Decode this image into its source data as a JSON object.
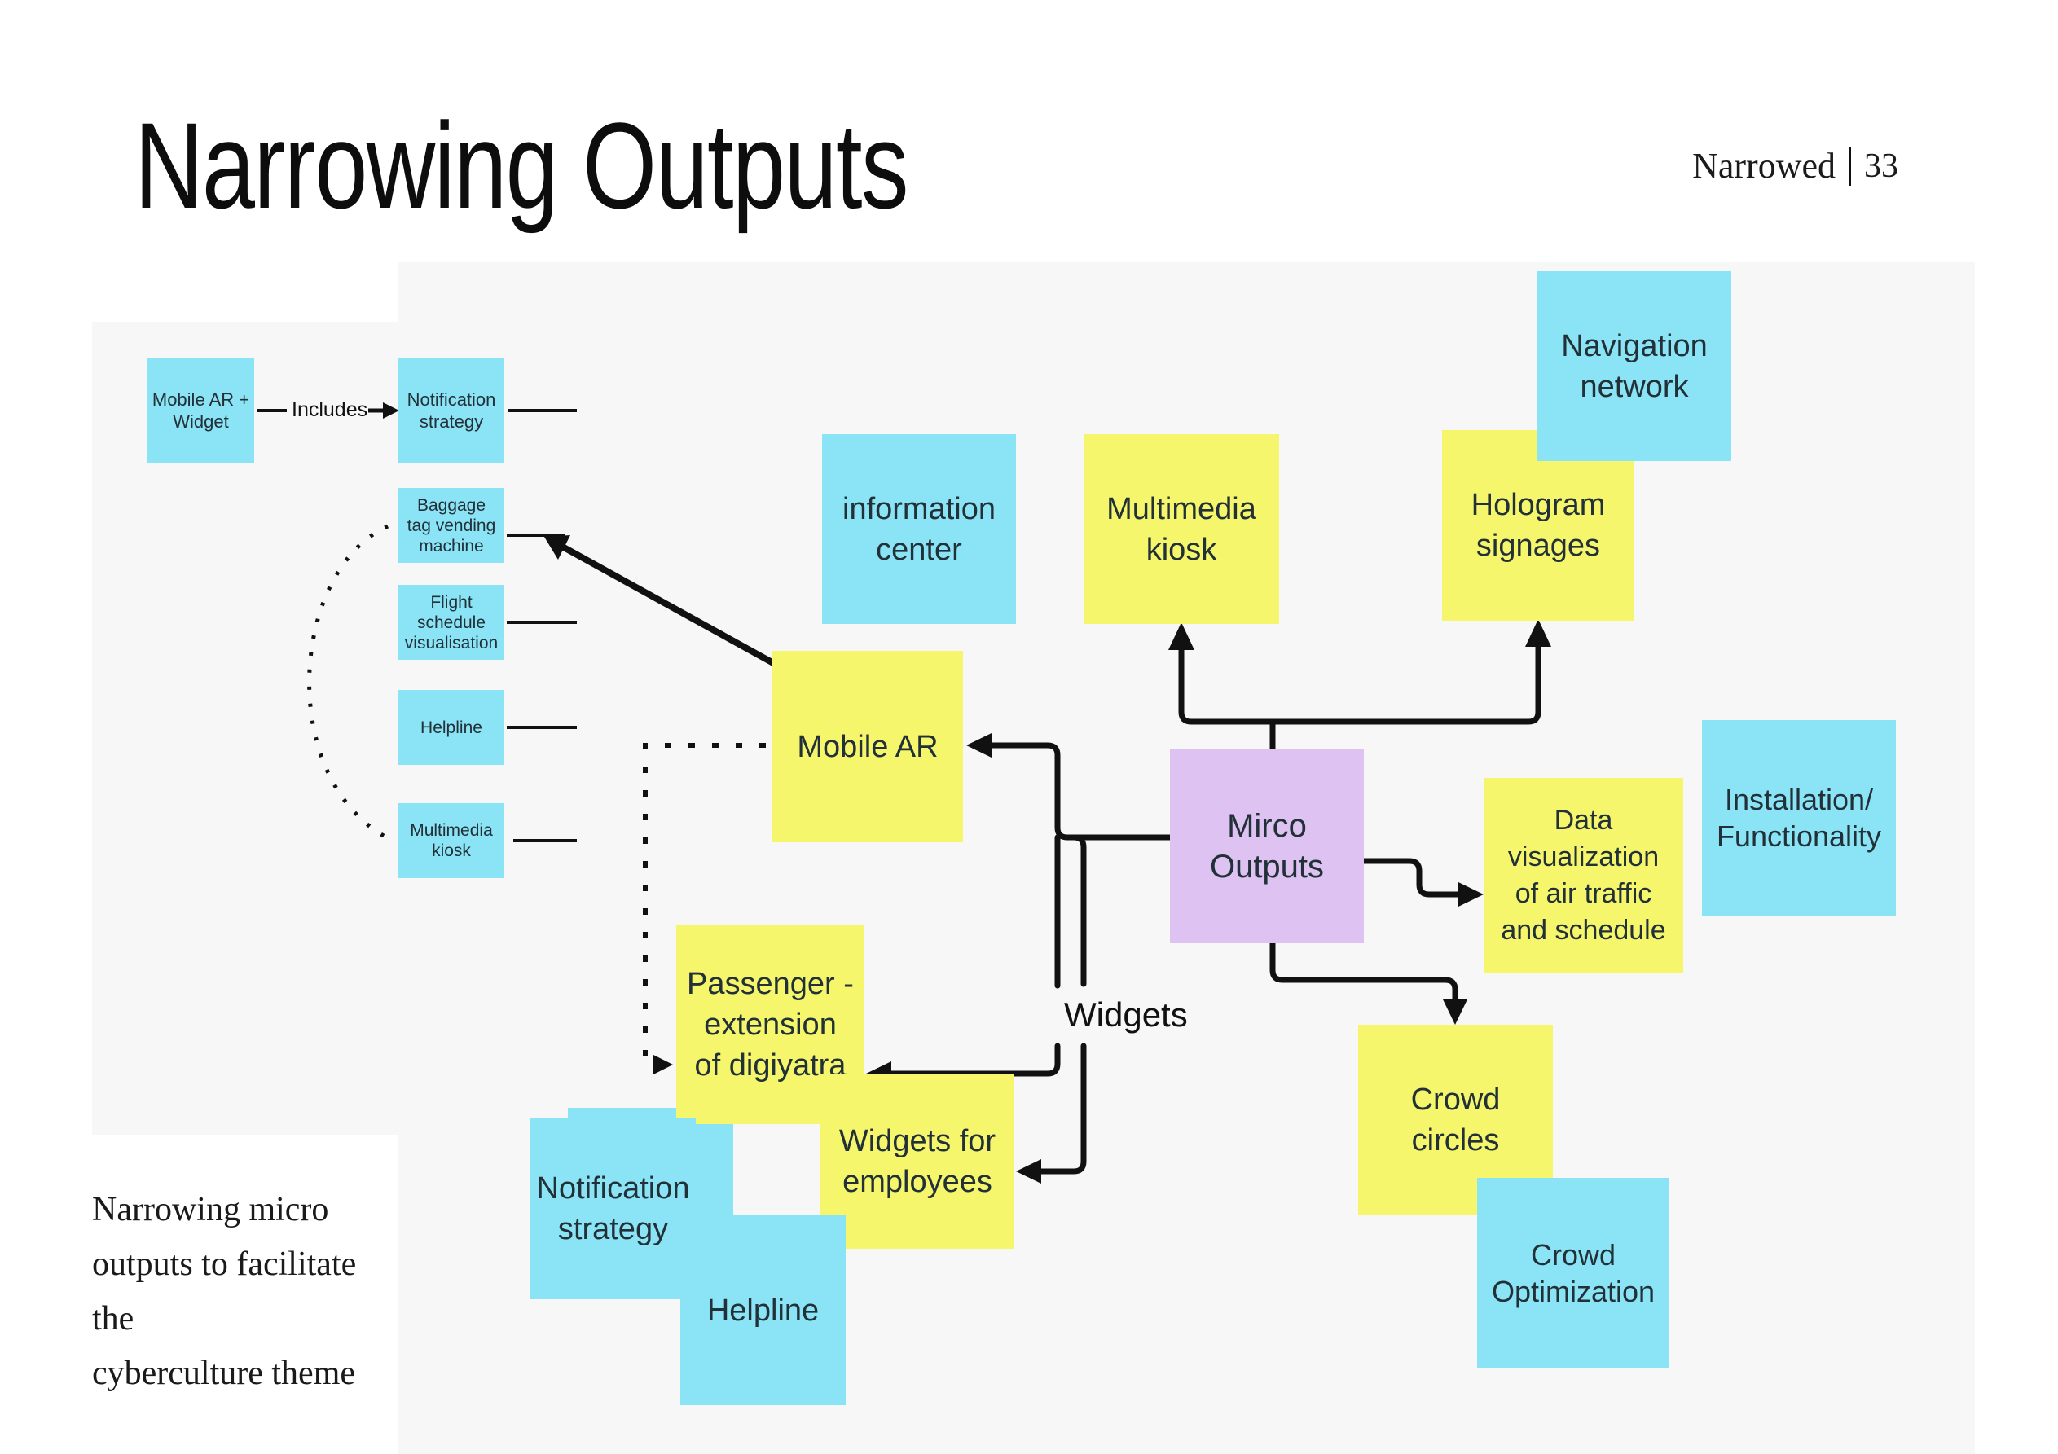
{
  "header": {
    "title": "Narrowing Outputs",
    "page_label": "Narrowed",
    "page_number": "33"
  },
  "colors": {
    "sticky_cyan": "#8be4f5",
    "sticky_yellow": "#f5f66c",
    "sticky_purple": "#dec2f1",
    "panel_gray": "#f7f7f8",
    "connector": "#111111",
    "sticky_text": "#223038"
  },
  "mini_flow": {
    "node_source": "Mobile AR +\nWidget",
    "relation_label": "Includes",
    "node_target": "Notification\nstrategy",
    "children": [
      {
        "label": "Baggage\ntag vending\nmachine"
      },
      {
        "label": "Flight\nschedule\nvisualisation"
      },
      {
        "label": "Helpline"
      },
      {
        "label": "Multimedia\nkiosk"
      }
    ]
  },
  "stickies": {
    "information_center": {
      "label": "information\ncenter",
      "color": "cyan"
    },
    "multimedia_kiosk": {
      "label": "Multimedia\nkiosk",
      "color": "yellow"
    },
    "hologram_signages": {
      "label": "Hologram\nsignages",
      "color": "yellow"
    },
    "navigation_network": {
      "label": "Navigation\nnetwork",
      "color": "cyan"
    },
    "mobile_ar": {
      "label": "Mobile AR",
      "color": "yellow"
    },
    "mirco_outputs": {
      "label": "Mirco\nOutputs",
      "color": "purple"
    },
    "data_visualization": {
      "label": "Data\nvisualization\nof air traffic\nand schedule",
      "color": "yellow"
    },
    "installation_functionality": {
      "label": "Installation/\nFunctionality",
      "color": "cyan"
    },
    "passenger_extension": {
      "label": "Passenger -\nextension\nof digiyatra",
      "color": "yellow"
    },
    "widgets_for_employees": {
      "label": "Widgets for\nemployees",
      "color": "yellow"
    },
    "notification_strategy": {
      "label": "Notification\nstrategy",
      "color": "cyan"
    },
    "helpline": {
      "label": "Helpline",
      "color": "cyan"
    },
    "crowd_circles": {
      "label": "Crowd\ncircles",
      "color": "yellow"
    },
    "crowd_optimization": {
      "label": "Crowd\nOptimization",
      "color": "cyan"
    }
  },
  "labels": {
    "widgets_branch": "Widgets"
  },
  "footnote": {
    "text": "Narrowing micro\noutputs to facilitate\nthe\ncyberculture theme"
  }
}
